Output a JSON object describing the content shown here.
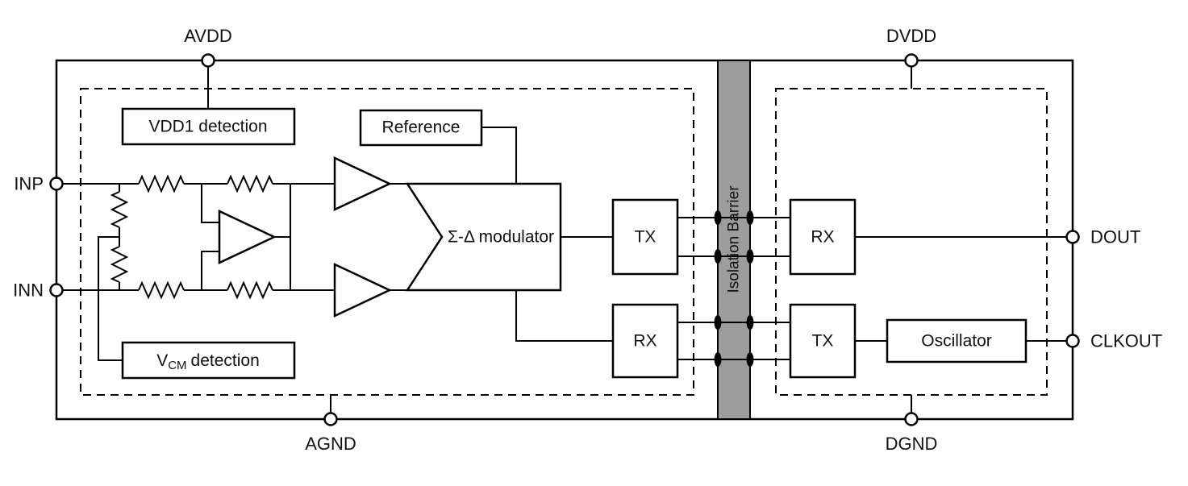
{
  "pins": {
    "avdd": "AVDD",
    "dvdd": "DVDD",
    "agnd": "AGND",
    "dgnd": "DGND",
    "inp": "INP",
    "inn": "INN",
    "dout": "DOUT",
    "clkout": "CLKOUT"
  },
  "blocks": {
    "vdd1_detection": "VDD1 detection",
    "reference": "Reference",
    "modulator": "Σ-Δ modulator",
    "tx_left": "TX",
    "rx_left": "RX",
    "rx_right": "RX",
    "tx_right": "TX",
    "oscillator": "Oscillator",
    "vcm_prefix": "V",
    "vcm_sub": "CM",
    "vcm_suffix": "detection",
    "isolation_barrier": "Isolation Barrier"
  },
  "colors": {
    "barrier_fill": "#9d9d9d",
    "stroke": "#000000",
    "background": "#ffffff"
  }
}
